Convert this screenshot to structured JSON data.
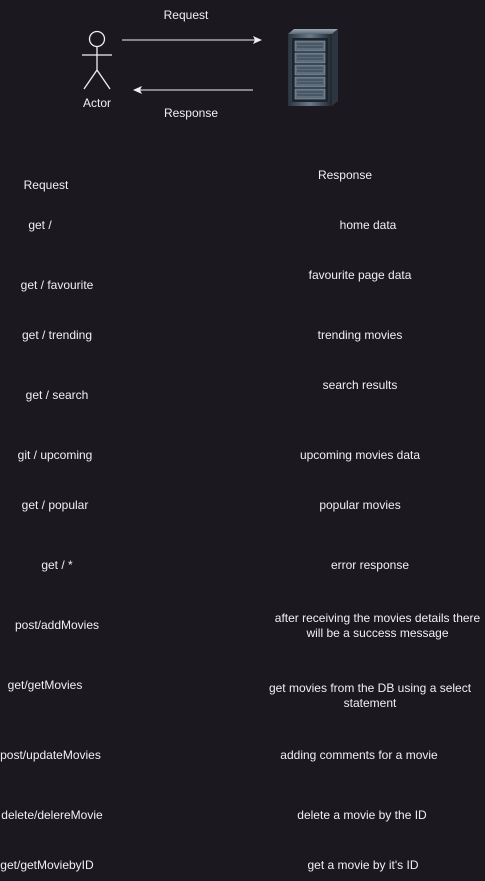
{
  "actor": {
    "label": "Actor",
    "icon": "stick-figure-actor-icon"
  },
  "server": {
    "icon": "server-rack-icon"
  },
  "arrows": {
    "request_label": "Request",
    "response_label": "Response"
  },
  "headers": {
    "request": "Request",
    "response": "Response"
  },
  "rows": [
    {
      "request": "get /",
      "response": "home data"
    },
    {
      "request": "get / favourite",
      "response": "favourite page data"
    },
    {
      "request": "get / trending",
      "response": "trending movies"
    },
    {
      "request": "get / search",
      "response": "search results"
    },
    {
      "request": "git / upcoming",
      "response": "upcoming movies data"
    },
    {
      "request": "get / popular",
      "response": "popular movies"
    },
    {
      "request": "get / *",
      "response": "error response"
    },
    {
      "request": "post/addMovies",
      "response": "after receiving the movies details there will be a success message"
    },
    {
      "request": "get/getMovies",
      "response": "get movies from the DB using a select statement"
    },
    {
      "request": "post/updateMovies",
      "response": "adding comments for a movie"
    },
    {
      "request": "delete/delereMovie",
      "response": "delete a movie by the ID"
    },
    {
      "request": "get/getMoviebyID",
      "response": "get a movie by it's ID"
    }
  ],
  "colors": {
    "background": "#1b1820",
    "text": "#f0f0f0",
    "line": "#f0f0f0"
  }
}
